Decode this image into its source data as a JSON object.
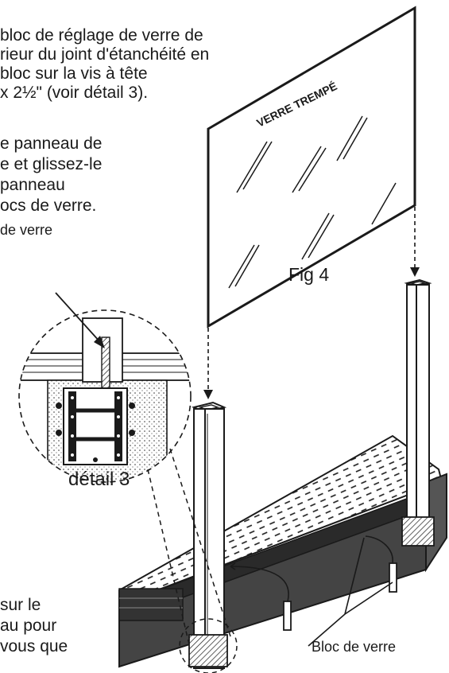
{
  "instructions": {
    "line1": "bloc de réglage de verre de",
    "line2": "rieur du joint d'étanchéité en",
    "line3": "bloc sur la vis à tête",
    "line4": "x 2½\" (voir détail 3).",
    "line5": "e panneau de",
    "line6": "e et glissez-le",
    "line7": "panneau",
    "line8": "ocs de verre.",
    "line9": "de verre",
    "bottom1": "sur le",
    "bottom2": "au pour",
    "bottom3": "vous que"
  },
  "glass": {
    "label": "VERRE TREMPÉ"
  },
  "figure": {
    "label": "Fig 4"
  },
  "detail": {
    "label": "détail 3"
  },
  "block": {
    "label": "Bloc de verre"
  },
  "colors": {
    "ink": "#1a1a1a",
    "paper": "#ffffff",
    "shade": "#555555"
  }
}
